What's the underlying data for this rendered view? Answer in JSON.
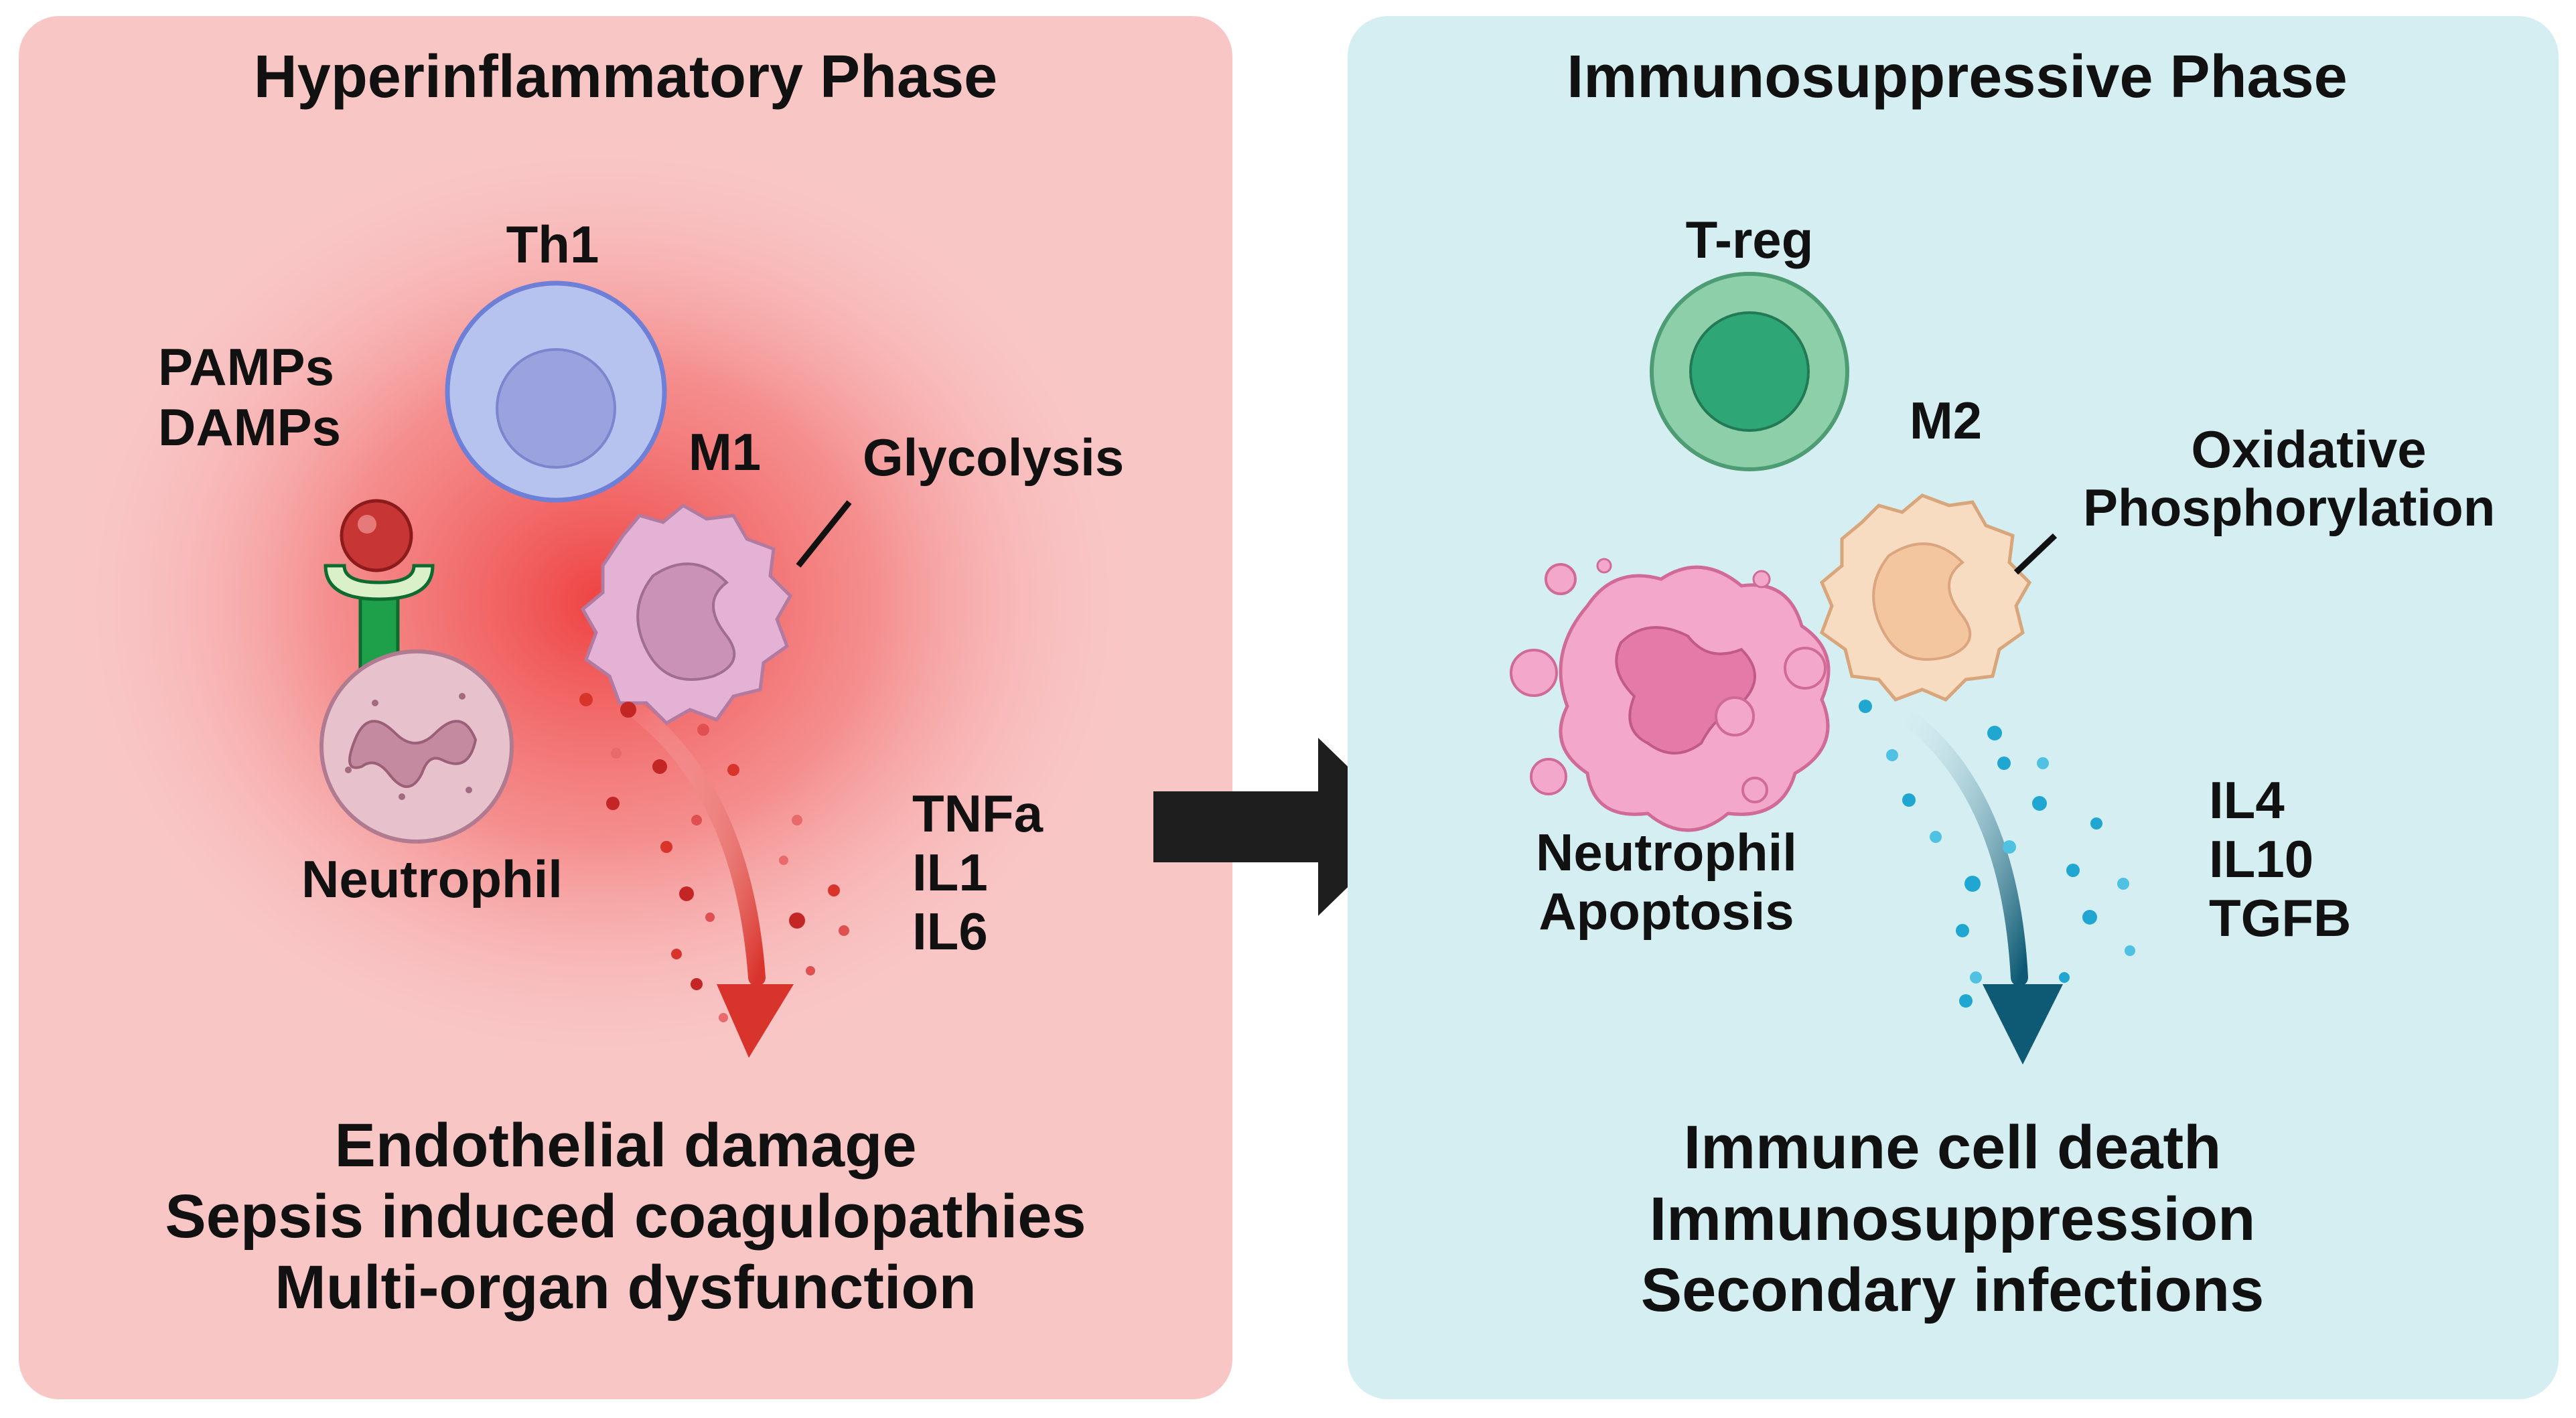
{
  "left_panel": {
    "title": "Hyperinflammatory Phase",
    "labels": {
      "th1": "Th1",
      "pamps": "PAMPs",
      "damps": "DAMPs",
      "m1": "M1",
      "glycolysis": "Glycolysis",
      "neutrophil": "Neutrophil"
    },
    "cytokines": [
      "TNFa",
      "IL1",
      "IL6"
    ],
    "outcomes": [
      "Endothelial damage",
      "Sepsis induced coagulopathies",
      "Multi-organ dysfunction"
    ]
  },
  "right_panel": {
    "title": "Immunosuppressive Phase",
    "labels": {
      "treg": "T-reg",
      "m2": "M2",
      "oxidative": "Oxidative",
      "phosphorylation": "Phosphorylation",
      "neutrophil": "Neutrophil",
      "apoptosis": "Apoptosis"
    },
    "cytokines": [
      "IL4",
      "IL10",
      "TGFB"
    ],
    "outcomes": [
      "Immune cell death",
      "Immunosuppression",
      "Secondary infections"
    ]
  },
  "colors": {
    "left_bg": "#f9c6c6",
    "left_glow": "#ef4b4b",
    "right_bg": "#d5eef2",
    "th1_cell": "#b7c3ef",
    "m1_cell": "#e4b2d4",
    "neutrophil": "#e7c1cb",
    "treg_cell": "#8ccfa9",
    "m2_cell": "#f8dcc2",
    "apoptotic_neutrophil": "#f4a8c9",
    "red_arrow": "#d9342b",
    "teal_arrow": "#0e5a74",
    "main_arrow": "#1e1e1e"
  }
}
